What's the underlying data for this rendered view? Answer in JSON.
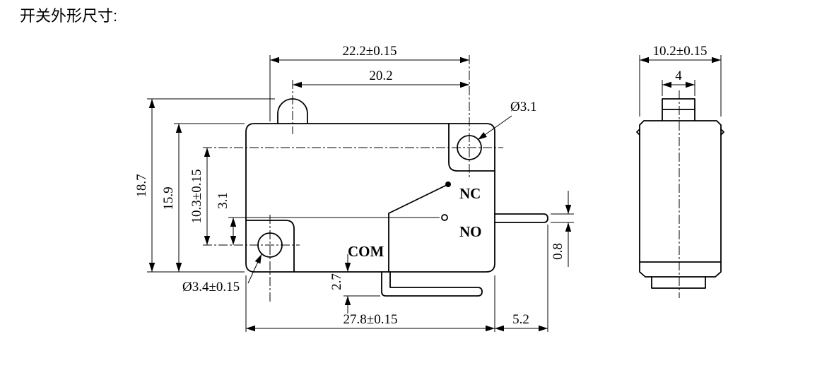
{
  "title": "开关外形尺寸:",
  "front_view": {
    "labels": {
      "nc": "NC",
      "no": "NO",
      "com": "COM"
    },
    "dimensions": {
      "hole_span_horizontal": "22.2±0.15",
      "plunger_to_hole": "20.2",
      "top_hole_diameter": "Ø3.1",
      "total_height": "18.7",
      "body_height": "15.9",
      "hole_span_vertical": "10.3±0.15",
      "terminal_to_hole": "3.1",
      "bottom_hole_diameter": "Ø3.4±0.15",
      "com_terminal_drop": "2.7",
      "body_width": "27.8±0.15",
      "terminal_length": "5.2",
      "terminal_thickness": "0.8"
    }
  },
  "side_view": {
    "dimensions": {
      "body_depth": "10.2±0.15",
      "plunger_width": "4"
    }
  }
}
